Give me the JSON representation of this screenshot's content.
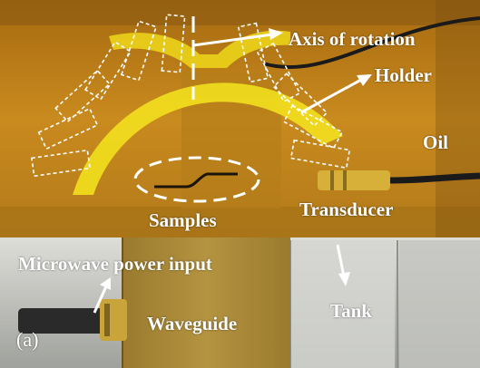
{
  "figure": {
    "panel_label": "(a)",
    "labels": {
      "axis_of_rotation": "Axis of rotation",
      "holder": "Holder",
      "oil": "Oil",
      "samples": "Samples",
      "transducer": "Transducer",
      "microwave_power_input": "Microwave power input",
      "tank": "Tank",
      "waveguide": "Waveguide"
    }
  },
  "colors": {
    "oil": "#c98a1e",
    "oil_dark": "#8a5a12",
    "holder": "#f2e01e",
    "annotation": "#ffffff",
    "waveguide": "#a9893a",
    "tank_base": "#c8c9c4"
  }
}
